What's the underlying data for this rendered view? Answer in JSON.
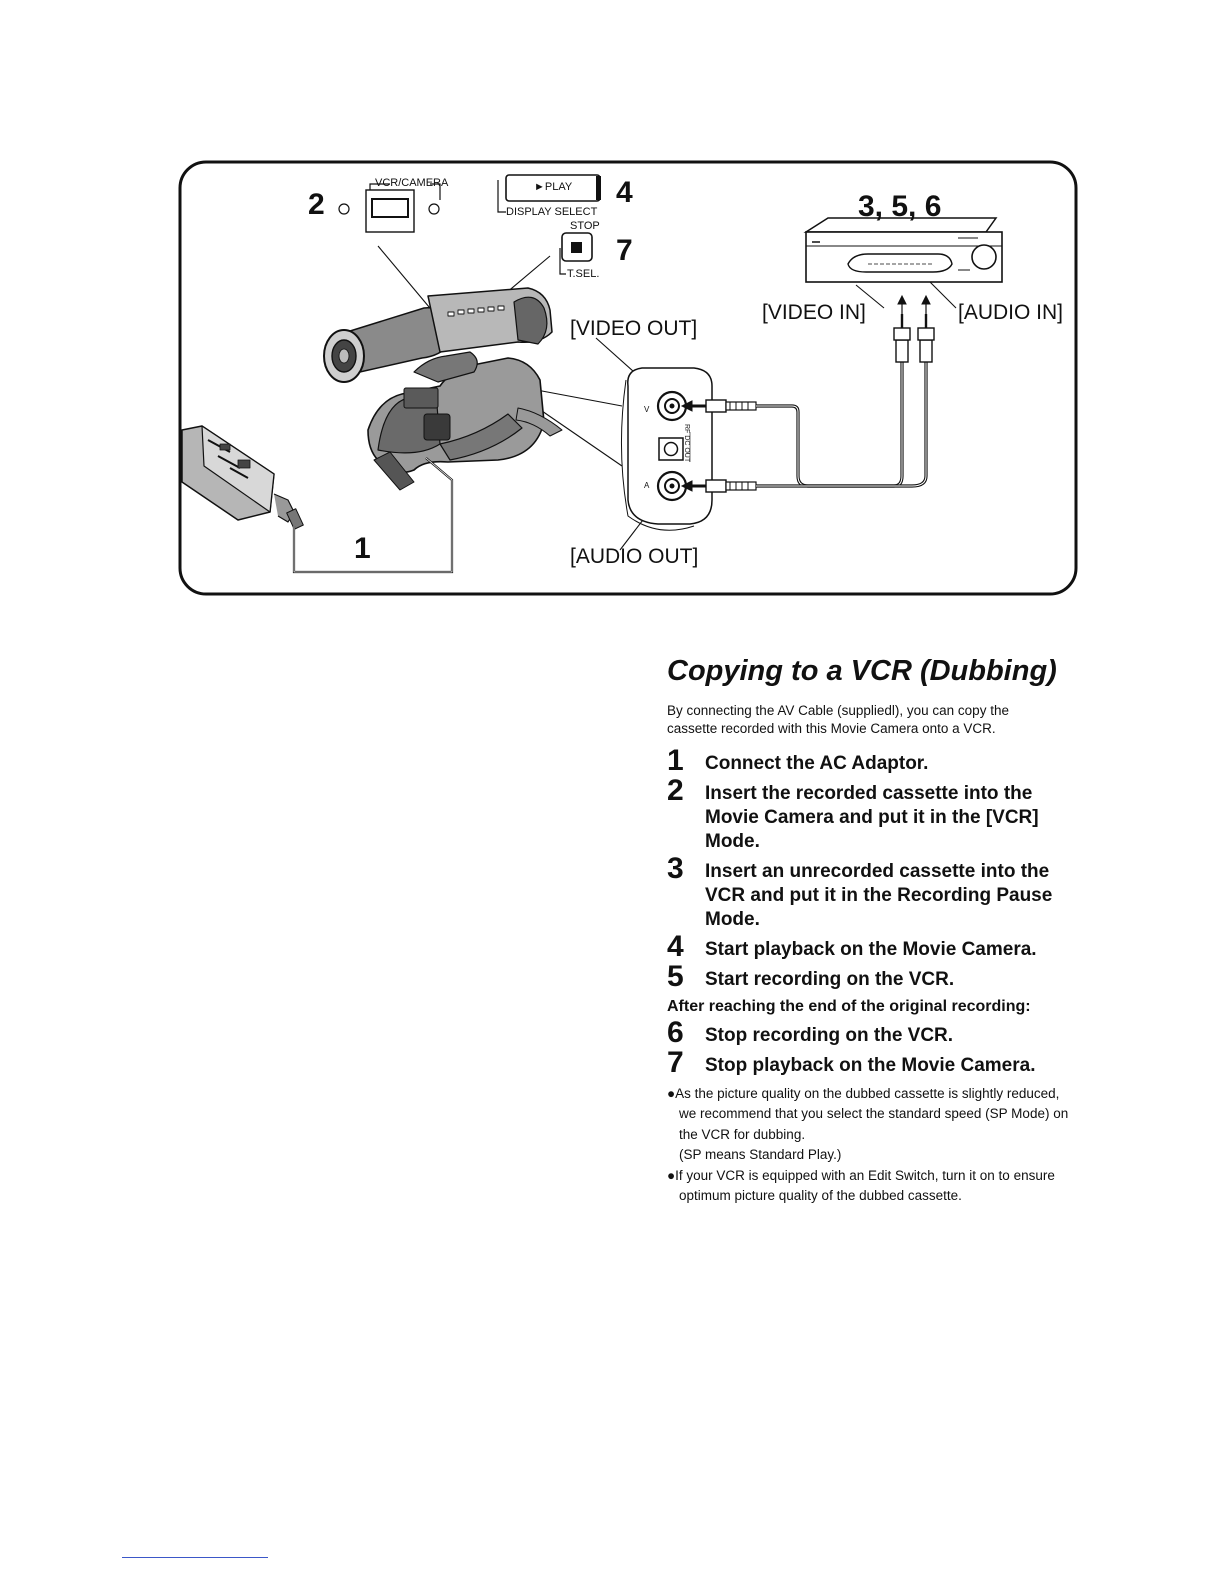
{
  "diagram": {
    "step_labels": {
      "s2": "2",
      "s4": "4",
      "s7": "7",
      "s356": "3, 5, 6",
      "s1": "1"
    },
    "controls": {
      "vcr_camera": "VCR/CAMERA",
      "play": "►PLAY",
      "display_select": "DISPLAY SELECT",
      "stop": "STOP",
      "t_sel": "T.SEL."
    },
    "ports": {
      "video_out": "[VIDEO OUT]",
      "audio_out": "[AUDIO OUT]",
      "video_in": "[VIDEO IN]",
      "audio_in": "[AUDIO IN]",
      "jack_v": "V",
      "jack_a": "A",
      "rf_dc_out": "RF DC OUT"
    }
  },
  "section": {
    "title": "Copying to a VCR (Dubbing)",
    "intro": "By connecting the AV Cable (suppliedl), you can copy the cassette recorded with this Movie Camera onto a VCR.",
    "steps_a": [
      {
        "num": "1",
        "text": "Connect the AC Adaptor."
      },
      {
        "num": "2",
        "text": "Insert the recorded cassette into the Movie Camera and put it in the [VCR] Mode."
      },
      {
        "num": "3",
        "text": "Insert an unrecorded cassette into the VCR and put it in the Recording Pause Mode."
      },
      {
        "num": "4",
        "text": "Start playback on the Movie Camera."
      },
      {
        "num": "5",
        "text": "Start recording on the VCR."
      }
    ],
    "after_label": "After reaching the end of the original recording:",
    "steps_b": [
      {
        "num": "6",
        "text": "Stop recording on the VCR."
      },
      {
        "num": "7",
        "text": "Stop playback on the Movie Camera."
      }
    ],
    "notes": [
      {
        "text": "●As the picture quality on the dubbed cassette is slightly reduced, we recommend that you select the standard speed (SP Mode) on the VCR for dubbing.",
        "sub": "(SP means Standard Play.)"
      },
      {
        "text": "●If your VCR is equipped with an Edit Switch, turn it on to ensure optimum picture quality of the dubbed cassette.",
        "sub": ""
      }
    ]
  }
}
